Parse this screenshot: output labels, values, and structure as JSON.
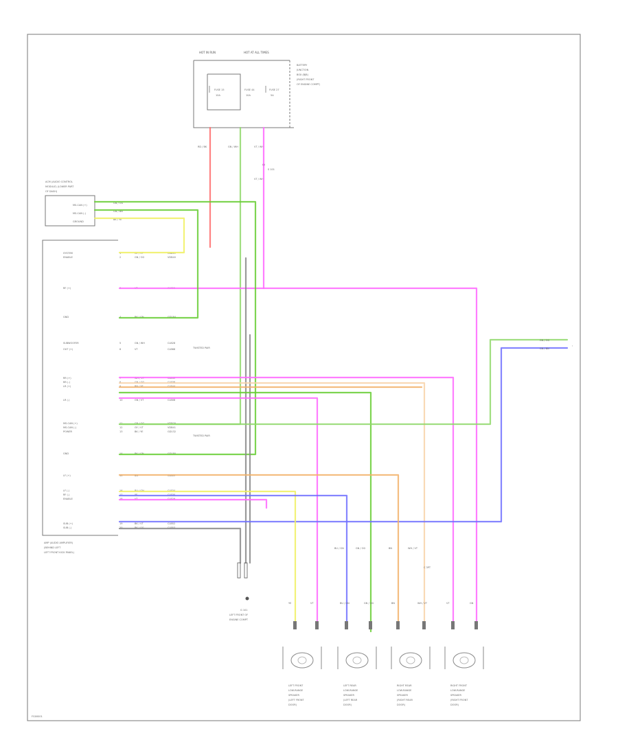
{
  "colors": {
    "pink": "#ff66ff",
    "red": "#ff6b6b",
    "green": "#66cc33",
    "lightgreen": "#8fd86a",
    "yellow": "#f0f060",
    "orange": "#f2b26a",
    "blue": "#7070ff",
    "peach": "#f8d2a8",
    "gray": "#888888",
    "frame": "#777777"
  },
  "fuse_box": {
    "header_left": "HOT IN RUN",
    "header_right": "HOT AT ALL TIMES",
    "title": [
      "BATTERY",
      "JUNCTION",
      "BOX (BJB)",
      "(RIGHT FRONT",
      "OF ENGINE COMPT)"
    ],
    "fuses": [
      {
        "name": "FUSE 15",
        "amp": "10A"
      },
      {
        "name": "FUSE 44",
        "amp": "10A"
      },
      {
        "name": "FUSE 27",
        "amp": "5A"
      }
    ],
    "wire_labels": [
      "RD / BK",
      "GN / WH",
      "VT / WH"
    ],
    "splice": "S 101",
    "wire_below": "VT / WH"
  },
  "aux_module": {
    "title": [
      "ACM (AUDIO CONTROL",
      "MODULE) (LOWER PART",
      "OF DASH)"
    ],
    "pins": [
      "MS-CAN (+)",
      "MS-CAN (-)",
      "GROUND"
    ],
    "wires": [
      "GN / OG",
      "GN / BN",
      "BK / YE"
    ]
  },
  "amp": {
    "title": [
      "AMP (AUDIO AMPLIFIER)",
      "(BEHIND LEFT",
      "LEFT FRONT KICK PANEL)"
    ],
    "rows": [
      {
        "label": "SYSTEM",
        "wire": "GY / VT",
        "circ": "CBB40"
      },
      {
        "label": "ENABLE",
        "wire": "GN / OG",
        "circ": "VDB40"
      },
      {
        "label": "RF (+)",
        "wire": "VT",
        "circ": "CLB20"
      },
      {
        "label": "GND",
        "wire": "BK / GN",
        "circ": "GD184"
      },
      {
        "label": "SUBWOOFER",
        "wire": "GN / WH",
        "circ": "CLB28"
      },
      {
        "label": "OUT (+)",
        "wire": "VT",
        "circ": "CLB68"
      },
      {
        "label": "RR (+)",
        "wire": "WH / VT",
        "circ": "CLB49"
      },
      {
        "label": "RR (-)",
        "wire": "GN / OG",
        "circ": "CLB38"
      },
      {
        "label": "LR (+)",
        "wire": "BN / YE",
        "circ": "CLB44"
      },
      {
        "label": "LR (-)",
        "wire": "GN / VT",
        "circ": "CLB08"
      },
      {
        "label": "MS-CAN (+)",
        "wire": "GN / OG",
        "circ": "VDB09"
      },
      {
        "label": "MS-CAN (-)",
        "wire": "GY / VT",
        "circ": "VDB41"
      },
      {
        "label": "POWER",
        "wire": "BK / YE",
        "circ": "GD132"
      },
      {
        "label": "GND",
        "wire": "BK / GN",
        "circ": "GD180"
      },
      {
        "label": "LF (+)",
        "wire": "BN",
        "circ": "CLB09"
      },
      {
        "label": "LF (-)",
        "wire": "BU / GN",
        "circ": "CLB34"
      },
      {
        "label": "RF (-)",
        "wire": "YE",
        "circ": "CLB30"
      },
      {
        "label": "ENABLE",
        "wire": "VT",
        "circ": "CLB29"
      },
      {
        "label": "SUB (+)",
        "wire": "BK / VT",
        "circ": "CLB52"
      },
      {
        "label": "SUB (-)",
        "wire": "BK / OG",
        "circ": "CLB53"
      }
    ],
    "note1": "TWISTED PAIR",
    "note2": "TWISTED PAIR"
  },
  "can_right": [
    "GN / OG",
    "GN / BN"
  ],
  "ground": {
    "name": "G 101",
    "desc": [
      "LEFT FRONT OF",
      "ENGINE COMPT"
    ]
  },
  "speakers": [
    {
      "wires": [
        "YE",
        "VT"
      ],
      "title": [
        "LEFT FRONT",
        "LOW-RANGE",
        "SPEAKER",
        "(LEFT FRONT",
        "DOOR)"
      ]
    },
    {
      "wires": [
        "BU / GN",
        "GN / OG"
      ],
      "title": [
        "LEFT REAR",
        "LOW-RANGE",
        "SPEAKER",
        "(LEFT REAR",
        "DOOR)"
      ]
    },
    {
      "wires": [
        "BN",
        "WH / VT"
      ],
      "title": [
        "RIGHT REAR",
        "LOW-RANGE",
        "SPEAKER",
        "(RIGHT REAR",
        "DOOR)"
      ]
    },
    {
      "wires": [
        "VT",
        "GN"
      ],
      "title": [
        "RIGHT FRONT",
        "LOW-RANGE",
        "SPEAKER",
        "(RIGHT FRONT",
        "DOOR)"
      ]
    }
  ],
  "speaker_mid_labels": [
    "BU / GN",
    "GN / OG",
    "BN",
    "WH / VT",
    "C 3PT"
  ],
  "footer_code": "FG00001"
}
